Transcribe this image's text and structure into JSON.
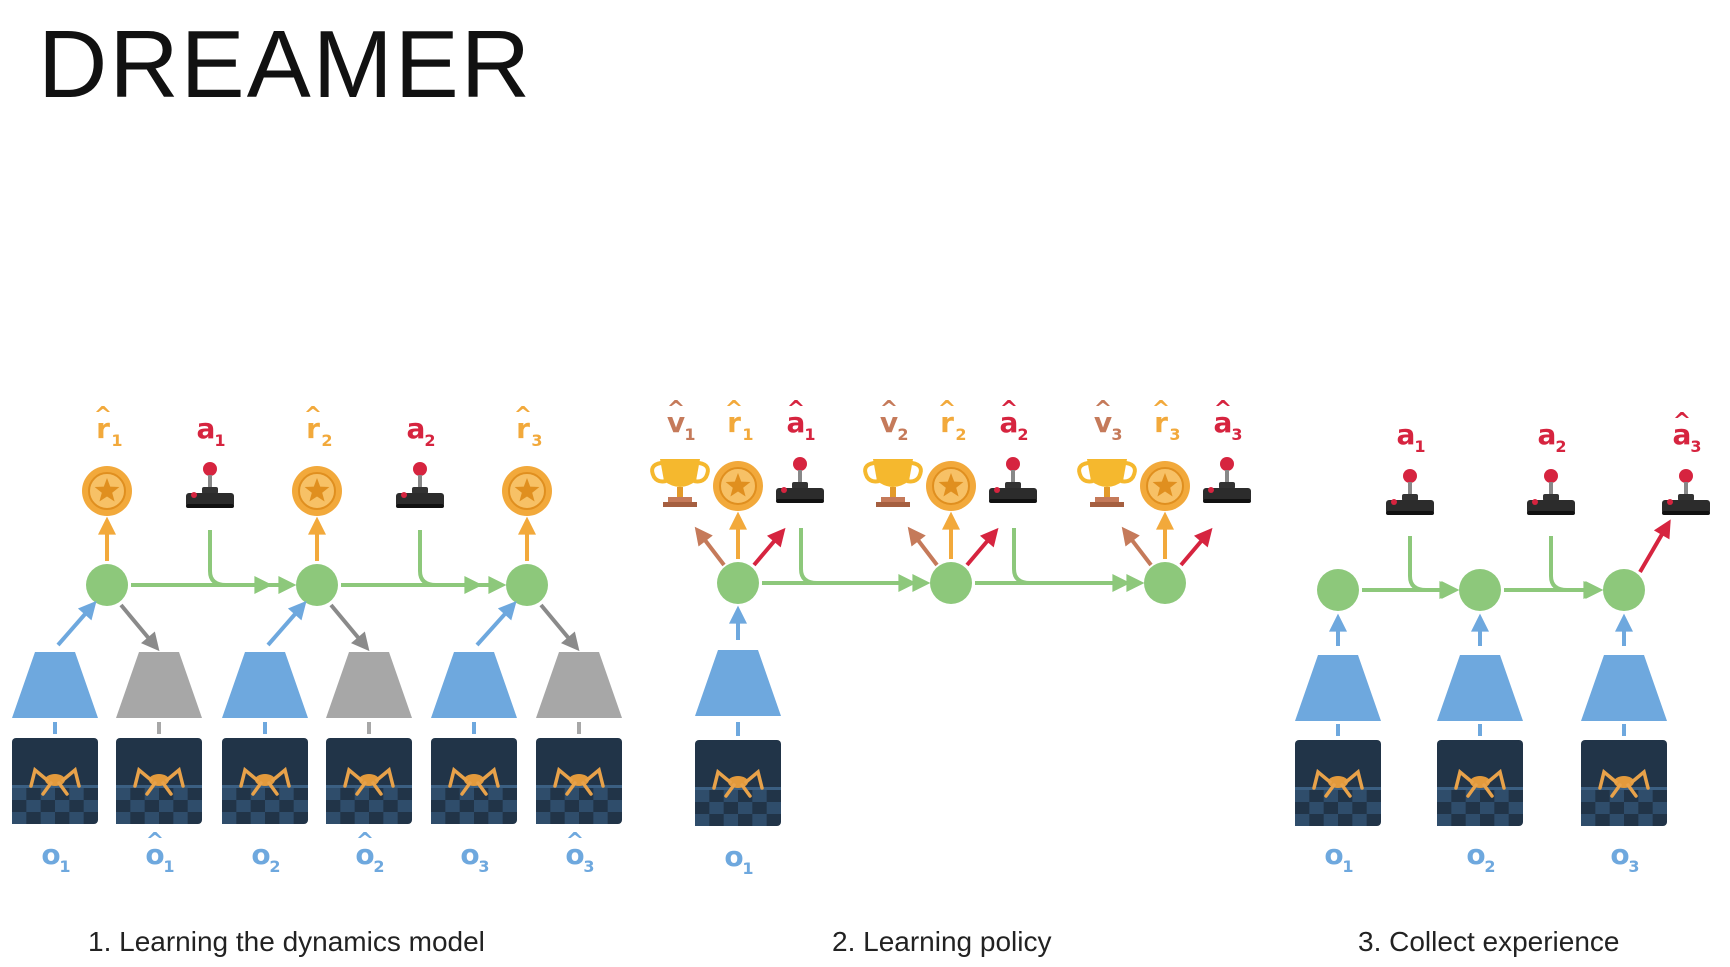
{
  "title": "DREAMER",
  "colors": {
    "state": "#8dc87b",
    "encoder": "#6ea8de",
    "decoder": "#a7a7a7",
    "reward": "#f2a93b",
    "action": "#d6243f",
    "value": "#c57a5a",
    "frame": "#213448"
  },
  "captions": {
    "phase1": "1. Learning the dynamics model",
    "phase2": "2. Learning policy",
    "phase3": "3. Collect experience"
  },
  "symbols": {
    "hat": "^",
    "r": "r",
    "a": "a",
    "v": "v",
    "o": "o",
    "i1": "1",
    "i2": "2",
    "i3": "3"
  },
  "icons": [
    "reward-coin-icon",
    "joystick-icon",
    "trophy-icon",
    "ant-robot-frame-icon"
  ]
}
